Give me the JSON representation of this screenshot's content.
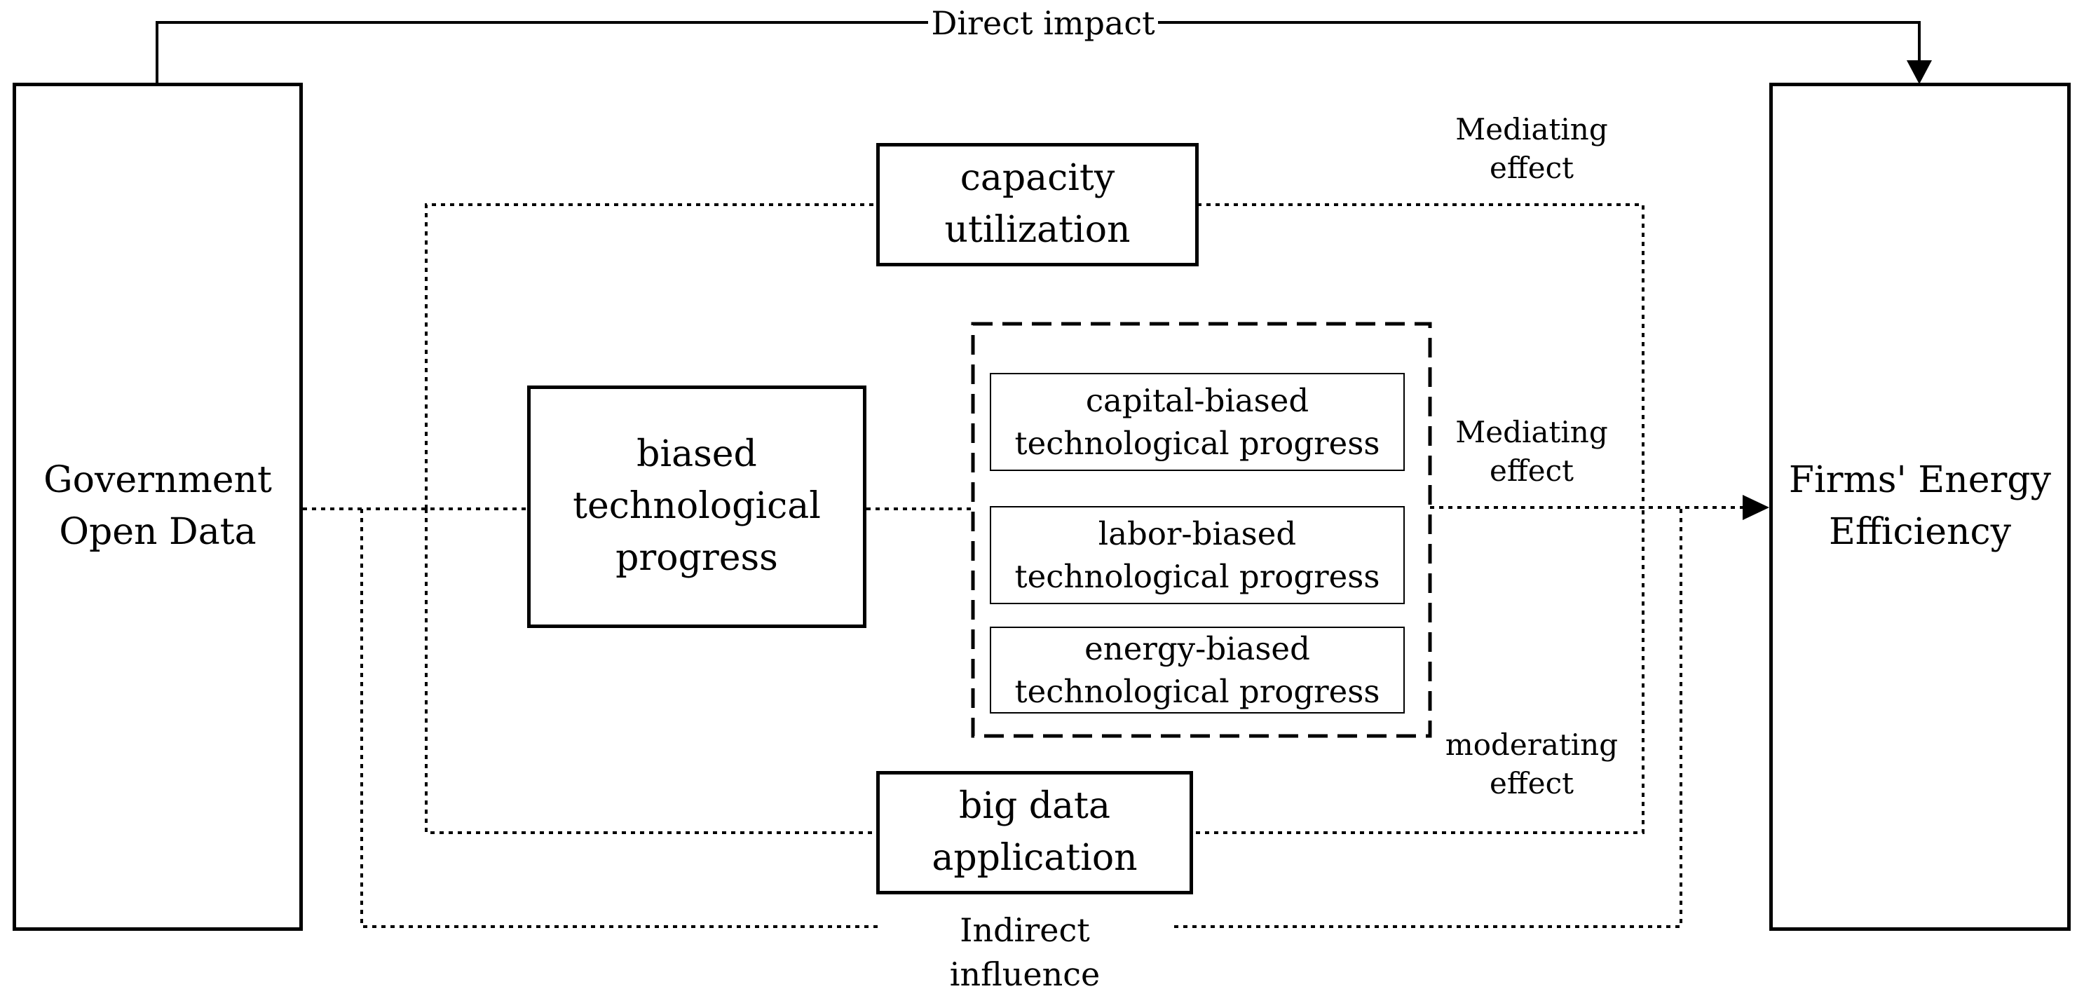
{
  "diagram": {
    "nodes": {
      "government_open_data": [
        "Government",
        "Open Data"
      ],
      "firms_energy_efficiency": [
        "Firms' Energy",
        "Efficiency"
      ],
      "capacity_utilization": [
        "capacity",
        "utilization"
      ],
      "biased_technological_progress": [
        "biased",
        "technological",
        "progress"
      ],
      "capital_biased": [
        "capital-biased",
        "technological progress"
      ],
      "labor_biased": [
        "labor-biased",
        "technological progress"
      ],
      "energy_biased": [
        "energy-biased",
        "technological progress"
      ],
      "big_data_application": [
        "big data",
        "application"
      ]
    },
    "edge_labels": {
      "direct_impact": "Direct impact",
      "indirect_influence": "Indirect influence",
      "mediating_effect_top": [
        "Mediating",
        "effect"
      ],
      "mediating_effect_middle": [
        "Mediating",
        "effect"
      ],
      "moderating_effect": [
        "moderating",
        "effect"
      ]
    },
    "colors": {
      "line": "#000000",
      "background": "#ffffff"
    }
  }
}
